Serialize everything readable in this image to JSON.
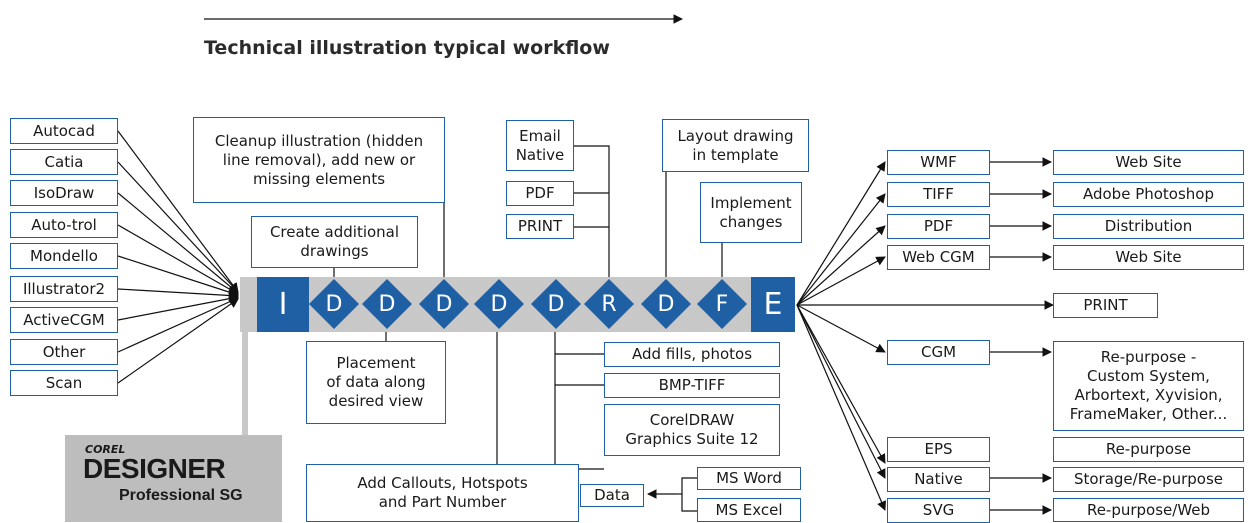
{
  "title": "Technical illustration typical workflow",
  "colors": {
    "accent": "#1f5fa3",
    "band": "#c8c8c8",
    "logo_bg": "#bdbdbd"
  },
  "inputs": [
    "Autocad",
    "Catia",
    "IsoDraw",
    "Auto-trol",
    "Mondello",
    "Illustrator2",
    "ActiveCGM",
    "Other",
    "Scan"
  ],
  "band": {
    "start": "I",
    "stages": [
      "D",
      "D",
      "D",
      "D",
      "D",
      "R",
      "D",
      "F"
    ],
    "end": "E"
  },
  "top_notes": {
    "cleanup": "Cleanup illustration (hidden\nline removal), add new or\nmissing elements",
    "create": "Create additional\ndrawings",
    "email": "Email\nNative",
    "pdf": "PDF",
    "print": "PRINT",
    "layout": "Layout drawing\nin template",
    "implement": "Implement\nchanges"
  },
  "bottom_notes": {
    "placement": "Placement\nof data along\ndesired view",
    "fills": "Add fills, photos",
    "bmp": "BMP-TIFF",
    "coreldraw": "CorelDRAW\nGraphics Suite 12",
    "callouts": "Add Callouts, Hotspots\nand Part Number",
    "data": "Data",
    "msword": "MS Word",
    "msexcel": "MS Excel"
  },
  "outputs": [
    {
      "format": "WMF",
      "target": "Web Site"
    },
    {
      "format": "TIFF",
      "target": "Adobe Photoshop"
    },
    {
      "format": "PDF",
      "target": "Distribution"
    },
    {
      "format": "Web CGM",
      "target": "Web Site"
    },
    {
      "format": "CGM",
      "target": "Re-purpose -\nCustom System,\nArbortext, Xyvision,\nFrameMaker, Other..."
    },
    {
      "format": "EPS",
      "target": "Re-purpose"
    },
    {
      "format": "Native",
      "target": "Storage/Re-purpose"
    },
    {
      "format": "SVG",
      "target": "Re-purpose/Web"
    }
  ],
  "output_print": "PRINT",
  "logo": {
    "brand": "COREL",
    "product": "DESIGNER",
    "edition": "Professional SG"
  }
}
